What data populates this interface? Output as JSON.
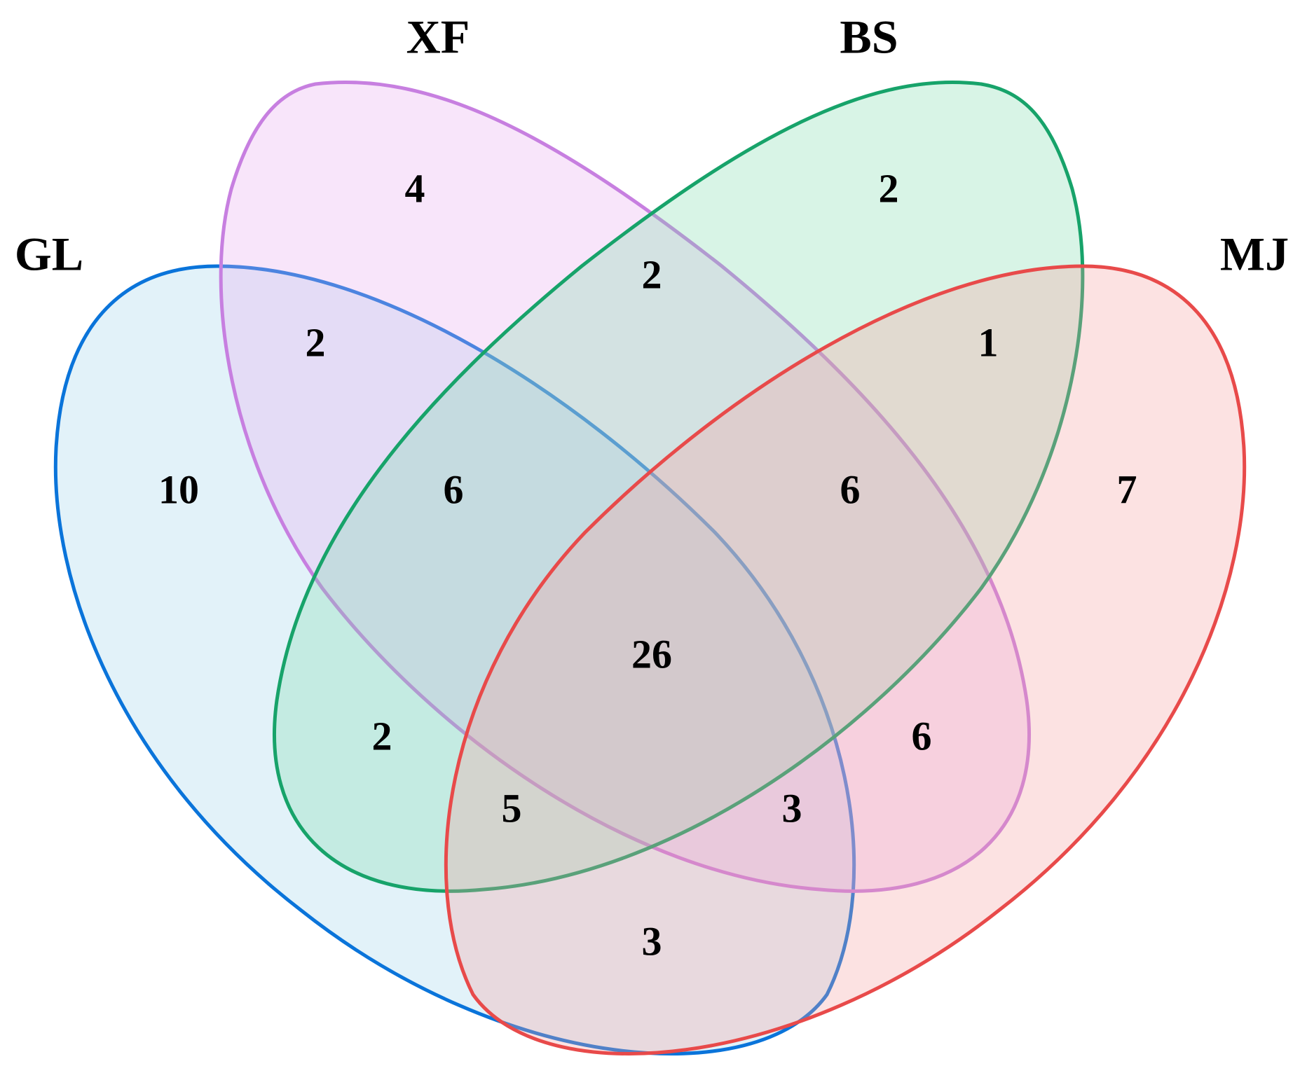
{
  "sets": [
    {
      "id": "GL",
      "label": "GL",
      "color": "#0a74da"
    },
    {
      "id": "XF",
      "label": "XF",
      "color": "#c77fe0"
    },
    {
      "id": "BS",
      "label": "BS",
      "color": "#17a36a"
    },
    {
      "id": "MJ",
      "label": "MJ",
      "color": "#e84a4a"
    }
  ],
  "regions": {
    "GL_only": "10",
    "XF_only": "4",
    "BS_only": "2",
    "MJ_only": "7",
    "GL_XF": "2",
    "XF_BS": "2",
    "BS_MJ": "1",
    "GL_XF_BS": "6",
    "XF_BS_MJ": "6",
    "GL_BS": "2",
    "XF_MJ": "6",
    "GL_XF_BS_MJ": "26",
    "GL_BS_MJ": "5",
    "GL_XF_MJ": "3",
    "GL_MJ": "3"
  }
}
